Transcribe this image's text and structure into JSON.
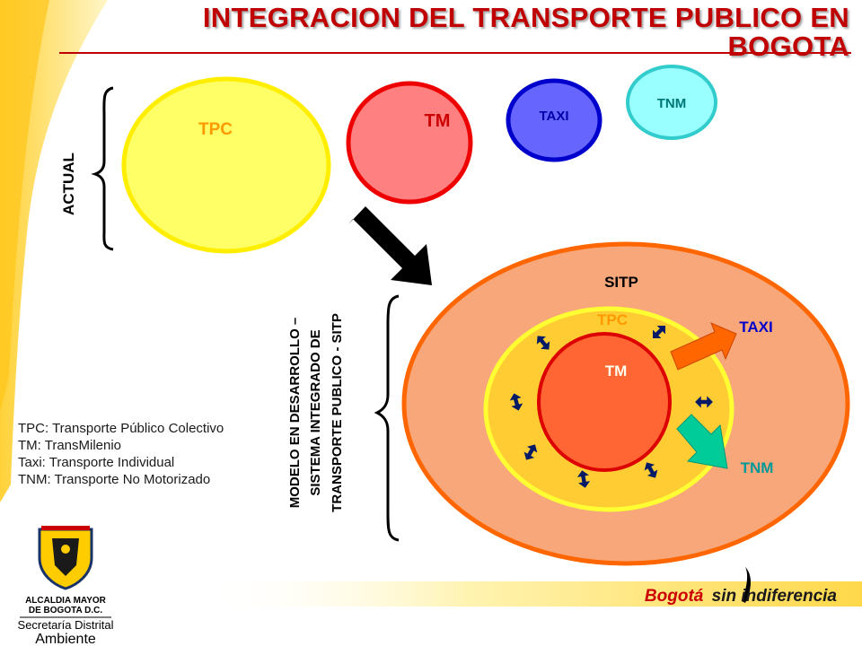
{
  "title": {
    "line1": "INTEGRACION DEL TRANSPORTE PUBLICO EN",
    "line2": "BOGOTA"
  },
  "current": {
    "label": "ACTUAL",
    "circles": {
      "tpc": "TPC",
      "tm": "TM",
      "taxi": "TAXI",
      "tnm": "TNM"
    }
  },
  "model": {
    "label_lines": [
      "MODELO EN DESARROLLO –",
      "SISTEMA INTEGRADO DE",
      "TRANSPORTE PUBLICO - SITP"
    ],
    "sitp": "SITP",
    "tpc": "TPC",
    "tm": "TM",
    "taxi": "TAXI",
    "tnm": "TNM"
  },
  "legend": [
    "TPC: Transporte Público Colectivo",
    "TM: TransMilenio",
    "Taxi: Transporte Individual",
    "TNM: Transporte No Motorizado"
  ],
  "logo": {
    "line1": "ALCALDIA MAYOR",
    "line2": "DE BOGOTA D.C.",
    "line3": "Secretaría Distrital",
    "line4": "Ambiente"
  },
  "slogan": {
    "part1": "Bogotá",
    "part2": "sin indiferencia"
  },
  "colors": {
    "title": "#c00000",
    "tpc": "#ffff66",
    "tm": "#ff8080",
    "taxi": "#6666ff",
    "tnm": "#99ffff",
    "sitp_outer": "#f7a77a",
    "orange_border": "#ff6600",
    "tm_inner": "#ff6633",
    "taxi_text": "#0000cc",
    "tnm_text": "#009999",
    "tpc_text": "#ff9900"
  }
}
